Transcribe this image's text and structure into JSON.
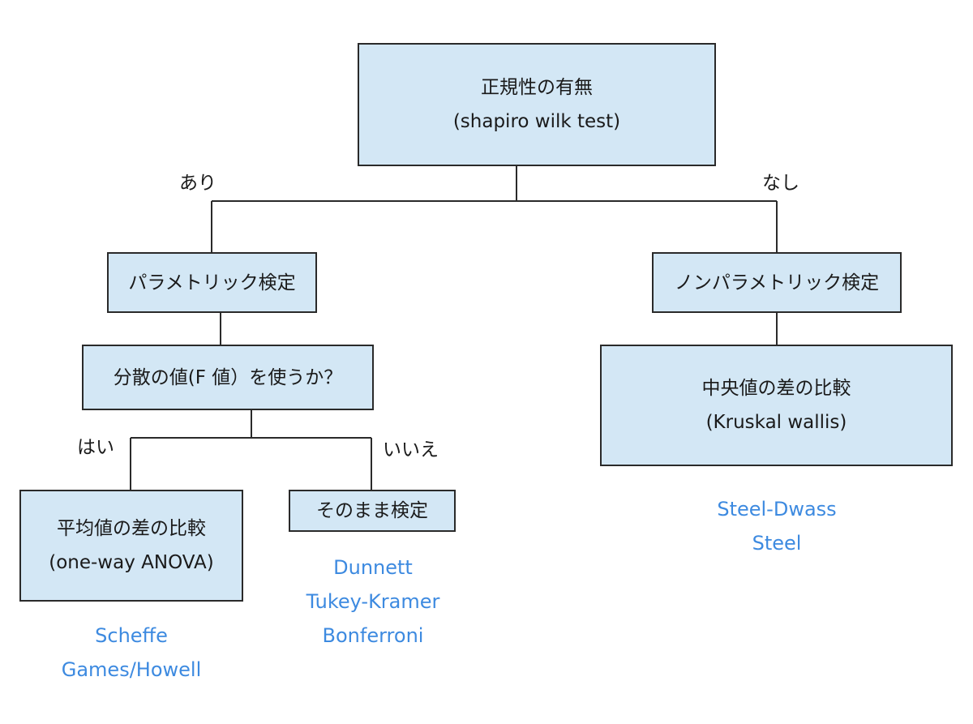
{
  "nodes": {
    "normality": {
      "line1": "正規性の有無",
      "line2": "(shapiro wilk test)"
    },
    "parametric": {
      "label": "パラメトリック検定"
    },
    "nonparametric": {
      "label": "ノンパラメトリック検定"
    },
    "f_value": {
      "label": "分散の値(F 値）を使うか？"
    },
    "anova": {
      "line1": "平均値の差の比較",
      "line2": "(one-way ANOVA)"
    },
    "as_is": {
      "label": "そのまま検定"
    },
    "kruskal": {
      "line1": "中央値の差の比較",
      "line2": "(Kruskal wallis)"
    }
  },
  "edge_labels": {
    "yes_normal": "あり",
    "no_normal": "なし",
    "yes": "はい",
    "no": "いいえ"
  },
  "method_lists": {
    "anova": [
      "Scheffe",
      "Games/Howell"
    ],
    "as_is": [
      "Dunnett",
      "Tukey-Kramer",
      "Bonferroni"
    ],
    "kruskal": [
      "Steel-Dwass",
      "Steel"
    ]
  },
  "colors": {
    "box_fill": "#d3e7f5",
    "box_border": "#2a2a2a",
    "method_text": "#3d8ae0"
  }
}
